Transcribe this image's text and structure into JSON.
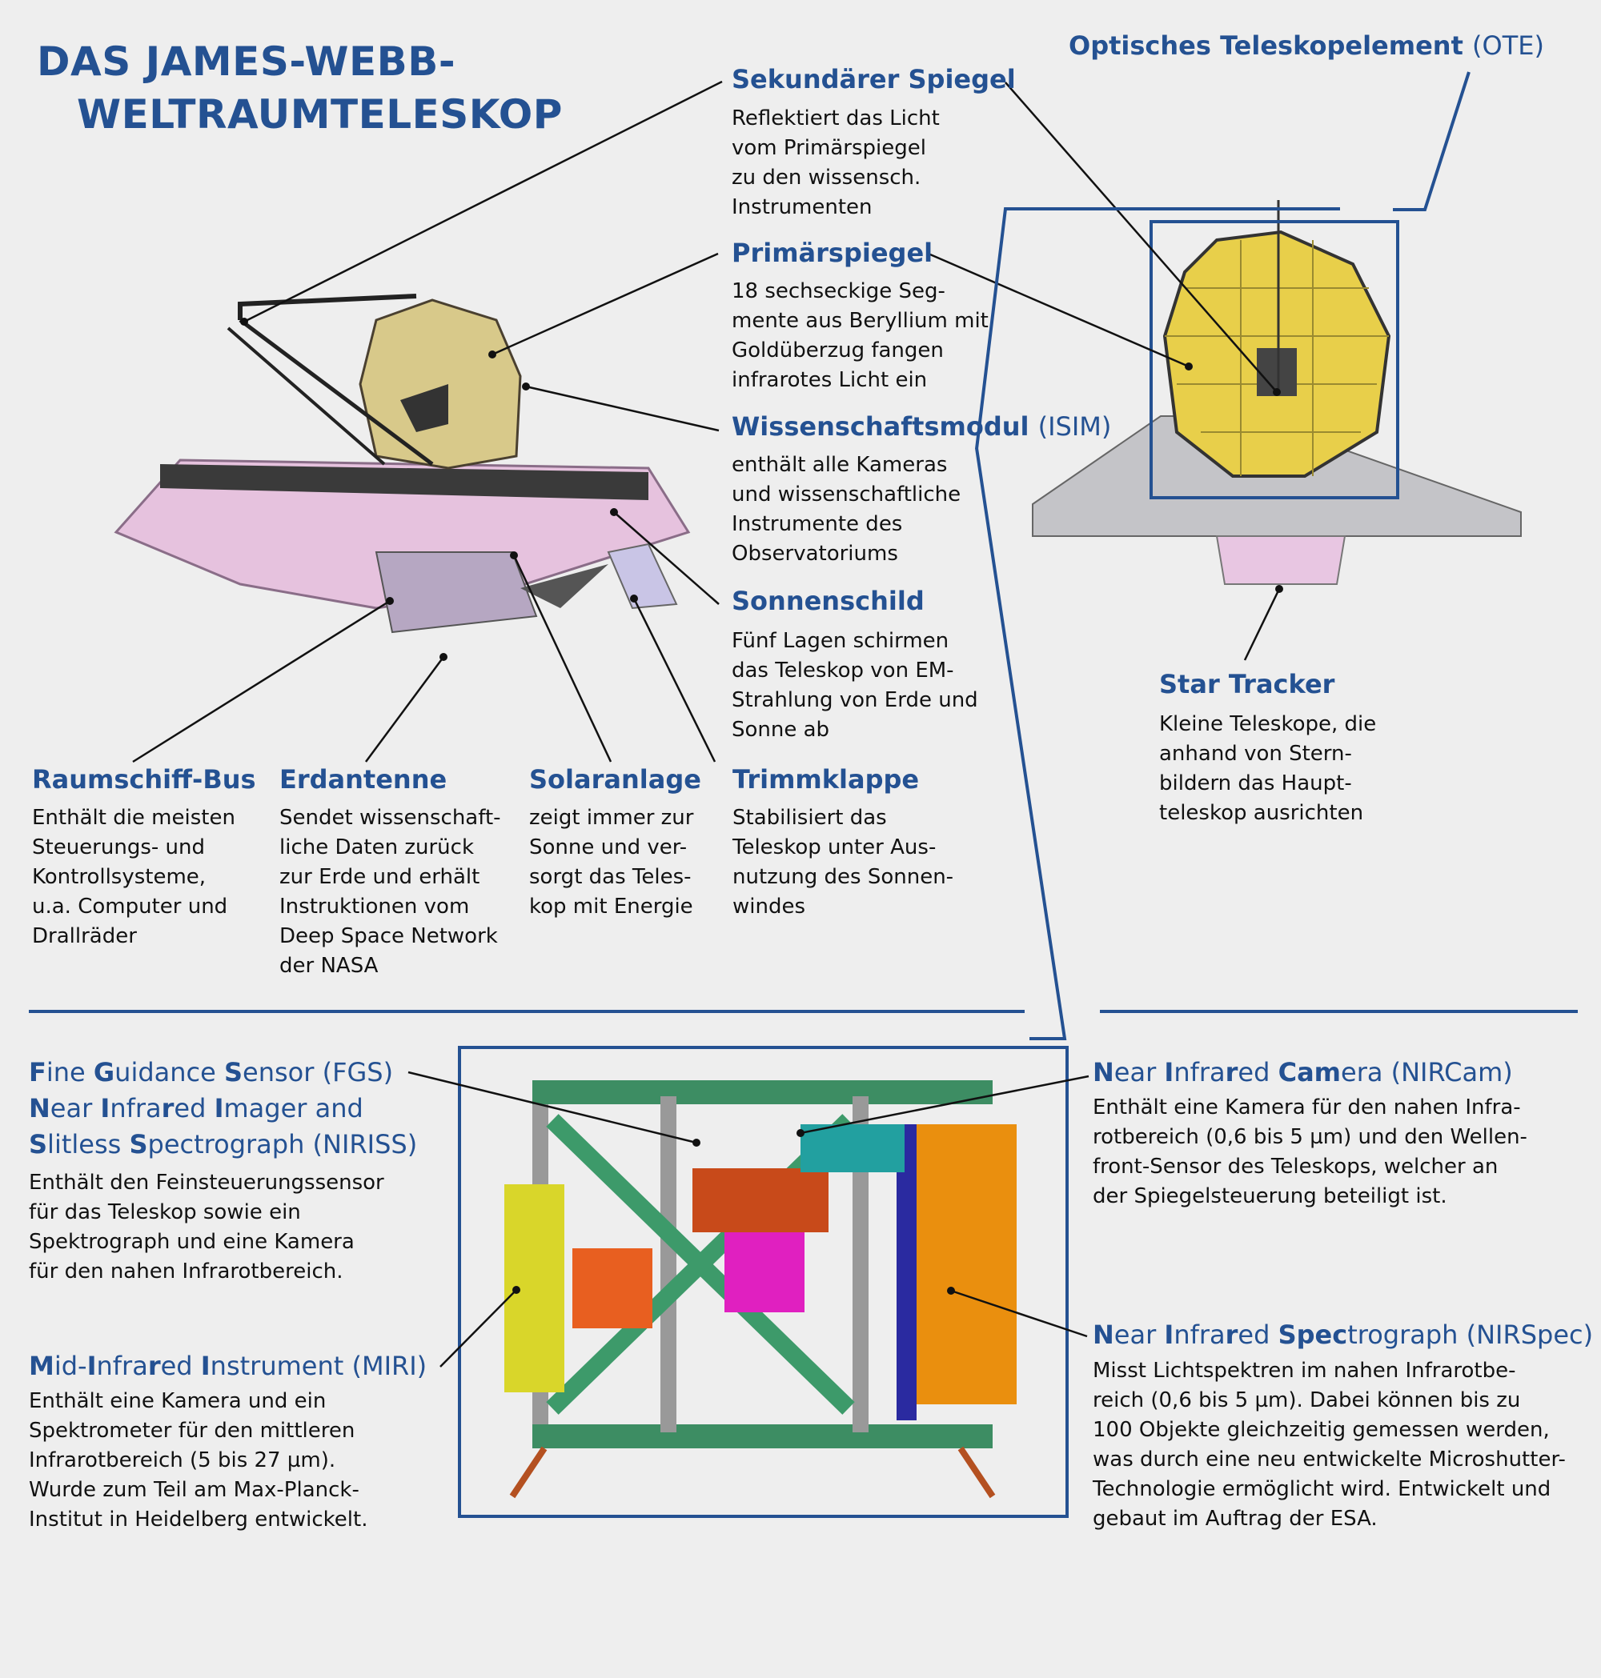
{
  "title": {
    "line1": "DAS JAMES-WEBB-",
    "line2": "WELTRAUMTELESKOP"
  },
  "labels": {
    "sekundaer": {
      "title": "Sekundärer Spiegel",
      "body": "Reflektiert das Licht\nvom Primärspiegel\nzu den wissensch.\nInstrumenten"
    },
    "primaer": {
      "title": "Primärspiegel",
      "body": "18 sechseckige Seg-\nmente aus Beryllium mit\nGoldüberzug fangen\ninfrarotes Licht ein"
    },
    "isim": {
      "title": "Wissenschaftsmodul",
      "abbr": "(ISIM)",
      "body": "enthält alle Kameras\nund wissenschaftliche\nInstrumente des\nObservatoriums"
    },
    "sonnenschild": {
      "title": "Sonnenschild",
      "body": "Fünf Lagen schirmen\ndas Teleskop von EM-\nStrahlung von Erde und\nSonne ab"
    },
    "bus": {
      "title": "Raumschiff-Bus",
      "body": "Enthält die meisten\nSteuerungs- und\nKontrollsysteme,\nu.a. Computer und\nDrallräder"
    },
    "erdantenne": {
      "title": "Erdantenne",
      "body": "Sendet wissenschaft-\nliche Daten zurück\nzur Erde und erhält\nInstruktionen vom\nDeep Space Network\nder NASA"
    },
    "solar": {
      "title": "Solaranlage",
      "body": "zeigt immer zur\nSonne und ver-\nsorgt das Teles-\nkop mit Energie"
    },
    "trimm": {
      "title": "Trimmklappe",
      "body": "Stabilisiert das\nTeleskop unter Aus-\nnutzung des Sonnen-\nwindes"
    },
    "ote": {
      "title": "Optisches Teleskopelement",
      "abbr": "(OTE)"
    },
    "star": {
      "title": "Star Tracker",
      "body": "Kleine Teleskope, die\nanhand von Stern-\nbildern das Haupt-\nteleskop ausrichten"
    },
    "fgs": {
      "title": "Fine Guidance Sensor (FGS) Near Infrared Imager and Slitless Spectrograph (NIRISS)",
      "body": "Enthält den Feinsteuerungssensor\nfür das Teleskop sowie ein\nSpektrograph und eine Kamera\nfür den nahen Infrarotbereich."
    },
    "miri": {
      "title": "Mid-Infrared Instrument (MIRI)",
      "body": "Enthält eine Kamera und ein\nSpektrometer für den mittleren\nInfrarotbereich (5 bis 27 µm).\nWurde zum Teil am Max-Planck-\nInstitut in Heidelberg entwickelt."
    },
    "nircam": {
      "title": "Near Infrared Camera (NIRCam)",
      "body": "Enthält eine Kamera für den nahen Infra-\nrotbereich (0,6 bis 5 µm) und den Wellen-\nfront-Sensor des Teleskops, welcher an\nder Spiegelsteuerung beteiligt ist."
    },
    "nirspec": {
      "title": "Near Infrared Spectrograph (NIRSpec)",
      "body": "Misst Lichtspektren im nahen Infrarotbe-\nreich (0,6 bis 5 µm). Dabei können bis zu\n100 Objekte gleichzeitig gemessen werden,\nwas durch eine neu entwickelte Microshutter-\nTechnologie ermöglicht wird. Entwickelt und\ngebaut im Auftrag der ESA."
    }
  },
  "colors": {
    "accent": "#245192",
    "background": "#eeeeee",
    "gold": "#e6cc50"
  }
}
